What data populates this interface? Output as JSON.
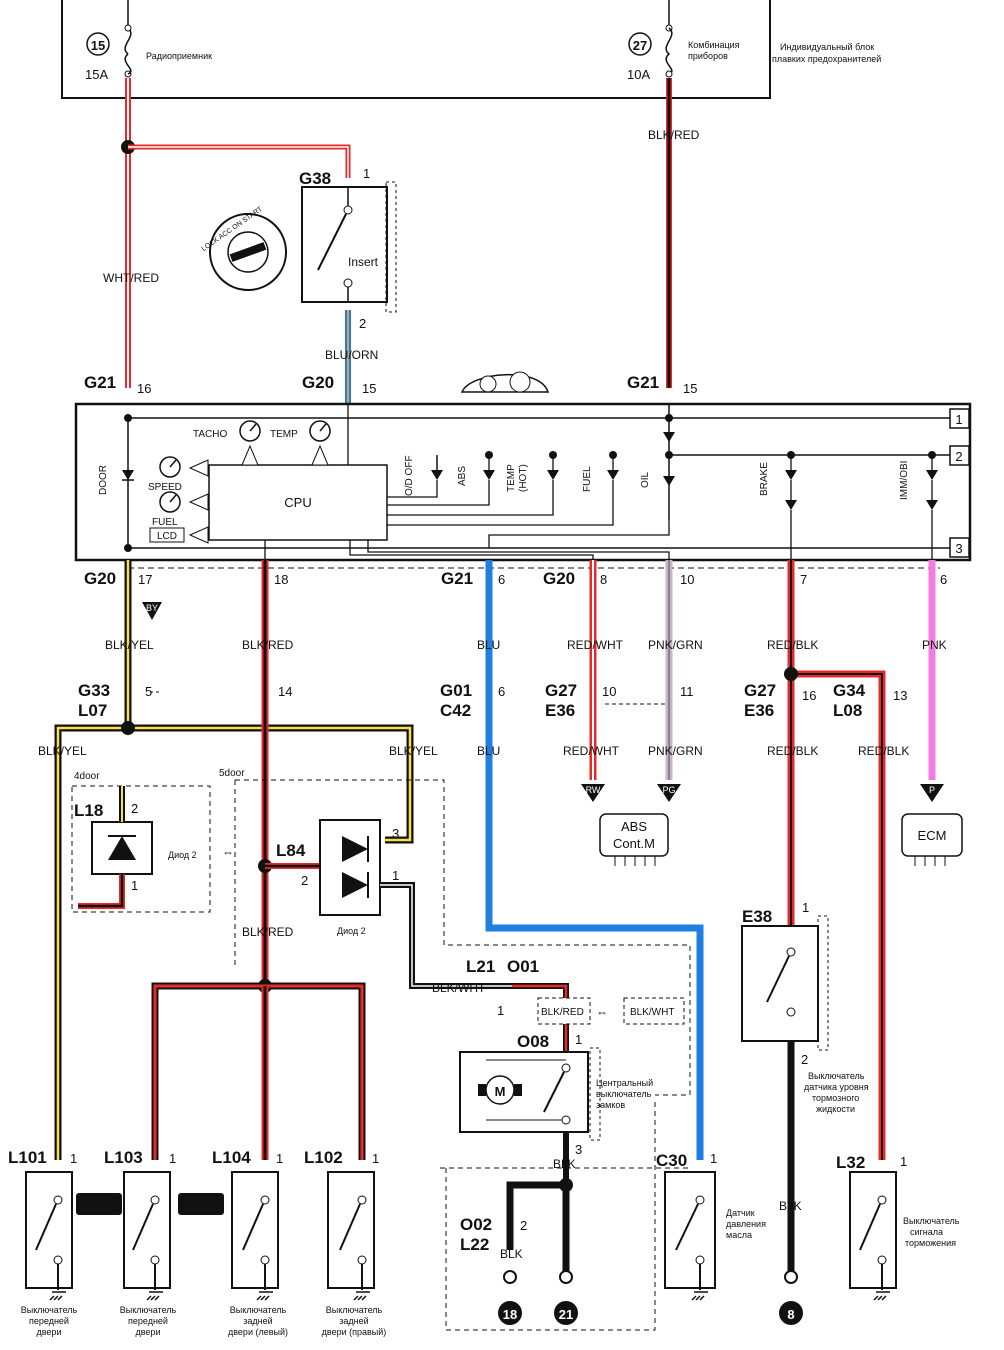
{
  "fuse_box": {
    "fuse_a": {
      "num": "15",
      "amp": "15A",
      "label": "Радиоприемник"
    },
    "fuse_b": {
      "num": "27",
      "amp": "10A",
      "label_1": "Комбинация",
      "label_2": "приборов"
    },
    "caption_1": "Индивидуальный блок",
    "caption_2": "плавких предохранителей"
  },
  "wires": {
    "wht_red": "WHT/RED",
    "blk_red": "BLK/RED",
    "blu_orn": "BLU/ORN",
    "blk_yel": "BLK/YEL",
    "blu": "BLU",
    "red_wht": "RED/WHT",
    "pnk_grn": "PNK/GRN",
    "red_blk": "RED/BLK",
    "pnk": "PNK",
    "blk_wht": "BLK/WHT",
    "blk": "BLK"
  },
  "connectors": {
    "g38": "G38",
    "g21": "G21",
    "g20": "G20",
    "g33": "G33",
    "l07": "L07",
    "g01": "G01",
    "c42": "C42",
    "g27": "G27",
    "e36": "E36",
    "g34": "G34",
    "l08": "L08",
    "l18": "L18",
    "l84": "L84",
    "l21": "L21",
    "o01": "O01",
    "o08": "O08",
    "e38": "E38",
    "o02": "O02",
    "l22": "L22",
    "l101": "L101",
    "l103": "L103",
    "l104": "L104",
    "l102": "L102",
    "c30": "C30",
    "l32": "L32"
  },
  "pins": {
    "p1": "1",
    "p2": "2",
    "p3": "3",
    "p5": "5",
    "p6": "6",
    "p7": "7",
    "p8": "8",
    "p10": "10",
    "p11": "11",
    "p13": "13",
    "p14": "14",
    "p15": "15",
    "p16": "16",
    "p17": "17",
    "p18": "18"
  },
  "meter": {
    "cpu": "CPU",
    "tacho": "TACHO",
    "temp": "TEMP",
    "speed": "SPEED",
    "fuel": "FUEL",
    "lcd": "LCD",
    "door": "DOOR",
    "od_off": "O/D OFF",
    "abs": "ABS",
    "temp_hot_1": "TEMP",
    "temp_hot_2": "(HOT)",
    "fuel_lamp": "FUEL",
    "oil": "OIL",
    "brake": "BRAKE",
    "immobi": "IMM/OBI",
    "tag_1": "1",
    "tag_2": "2",
    "tag_3": "3"
  },
  "ignition": {
    "insert": "Insert",
    "key_text": "LOCK ACC ON START"
  },
  "section": {
    "four_door": "4door",
    "five_door": "5door"
  },
  "diodes": {
    "diode_a": "Диод 2",
    "diode_b": "Диод 2"
  },
  "modules": {
    "abs_1": "ABS",
    "abs_2": "Cont.M",
    "ecm": "ECM"
  },
  "flags": {
    "by": "BY",
    "rw": "RW",
    "pg": "PG",
    "p": "P"
  },
  "grounds": {
    "g18": "18",
    "g21": "21",
    "g8": "8"
  },
  "descriptions": {
    "central_lock_1": "Центральный",
    "central_lock_2": "выключатель",
    "central_lock_3": "замков",
    "brake_fluid_1": "Выключатель",
    "brake_fluid_2": "датчика уровня",
    "brake_fluid_3": "тормозного",
    "brake_fluid_4": "жидкости",
    "oil_pressure_1": "Датчик",
    "oil_pressure_2": "давления",
    "oil_pressure_3": "масла",
    "stop_light_1": "Выключатель",
    "stop_light_2": "сигнала",
    "stop_light_3": "торможения",
    "sw_l101_1": "Выключатель",
    "sw_l101_2": "передней",
    "sw_l101_3": "двери",
    "sw_l103_1": "Выключатель",
    "sw_l103_2": "передней",
    "sw_l103_3": "двери",
    "sw_l104_1": "Выключатель",
    "sw_l104_2": "задней",
    "sw_l104_3": "двери (левый)",
    "sw_l102_1": "Выключатель",
    "sw_l102_2": "задней",
    "sw_l102_3": "двери (правый)"
  },
  "colors": {
    "red": "#e52a2a",
    "black": "#111111",
    "yellow": "#f3e04a",
    "blue": "#1f7fe0",
    "pink": "#f07ee0",
    "pink_dark": "#d9a7d9",
    "orange": "#e8a04a"
  }
}
